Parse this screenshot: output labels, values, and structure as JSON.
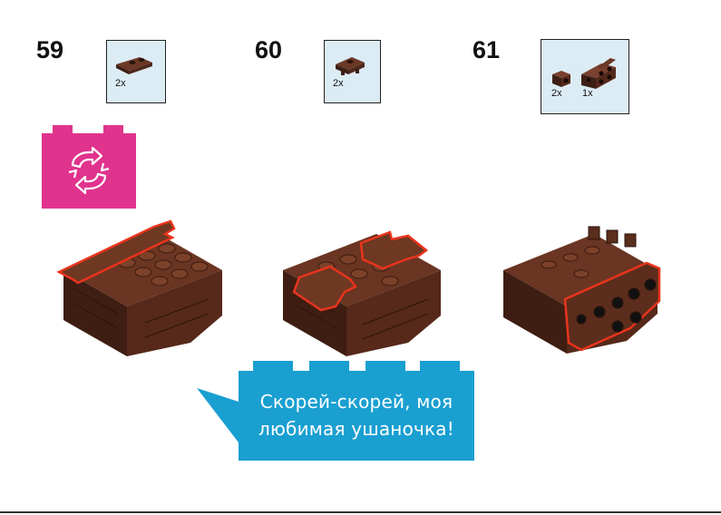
{
  "steps": [
    {
      "number": "59",
      "parts": [
        {
          "qty": "2x",
          "icon": "brown-plate-with-clip-icon"
        }
      ]
    },
    {
      "number": "60",
      "parts": [
        {
          "qty": "2x",
          "icon": "brown-plate-with-clips-icon"
        }
      ]
    },
    {
      "number": "61",
      "parts": [
        {
          "qty": "2x",
          "icon": "brown-bracket-1x1-icon"
        },
        {
          "qty": "1x",
          "icon": "brown-bracket-2x2-icon"
        }
      ]
    }
  ],
  "rotate_indicator": {
    "icon": "rotate-arrows-icon",
    "color": "#e0338e"
  },
  "speech_bubble": {
    "line1": "Скорей-скорей, моя",
    "line2": "любимая ушаночка!",
    "color": "#1a9fd1"
  },
  "colors": {
    "brick": "#5a2e1f",
    "highlight": "#e8341c",
    "parts_bg": "#dcecf5"
  }
}
